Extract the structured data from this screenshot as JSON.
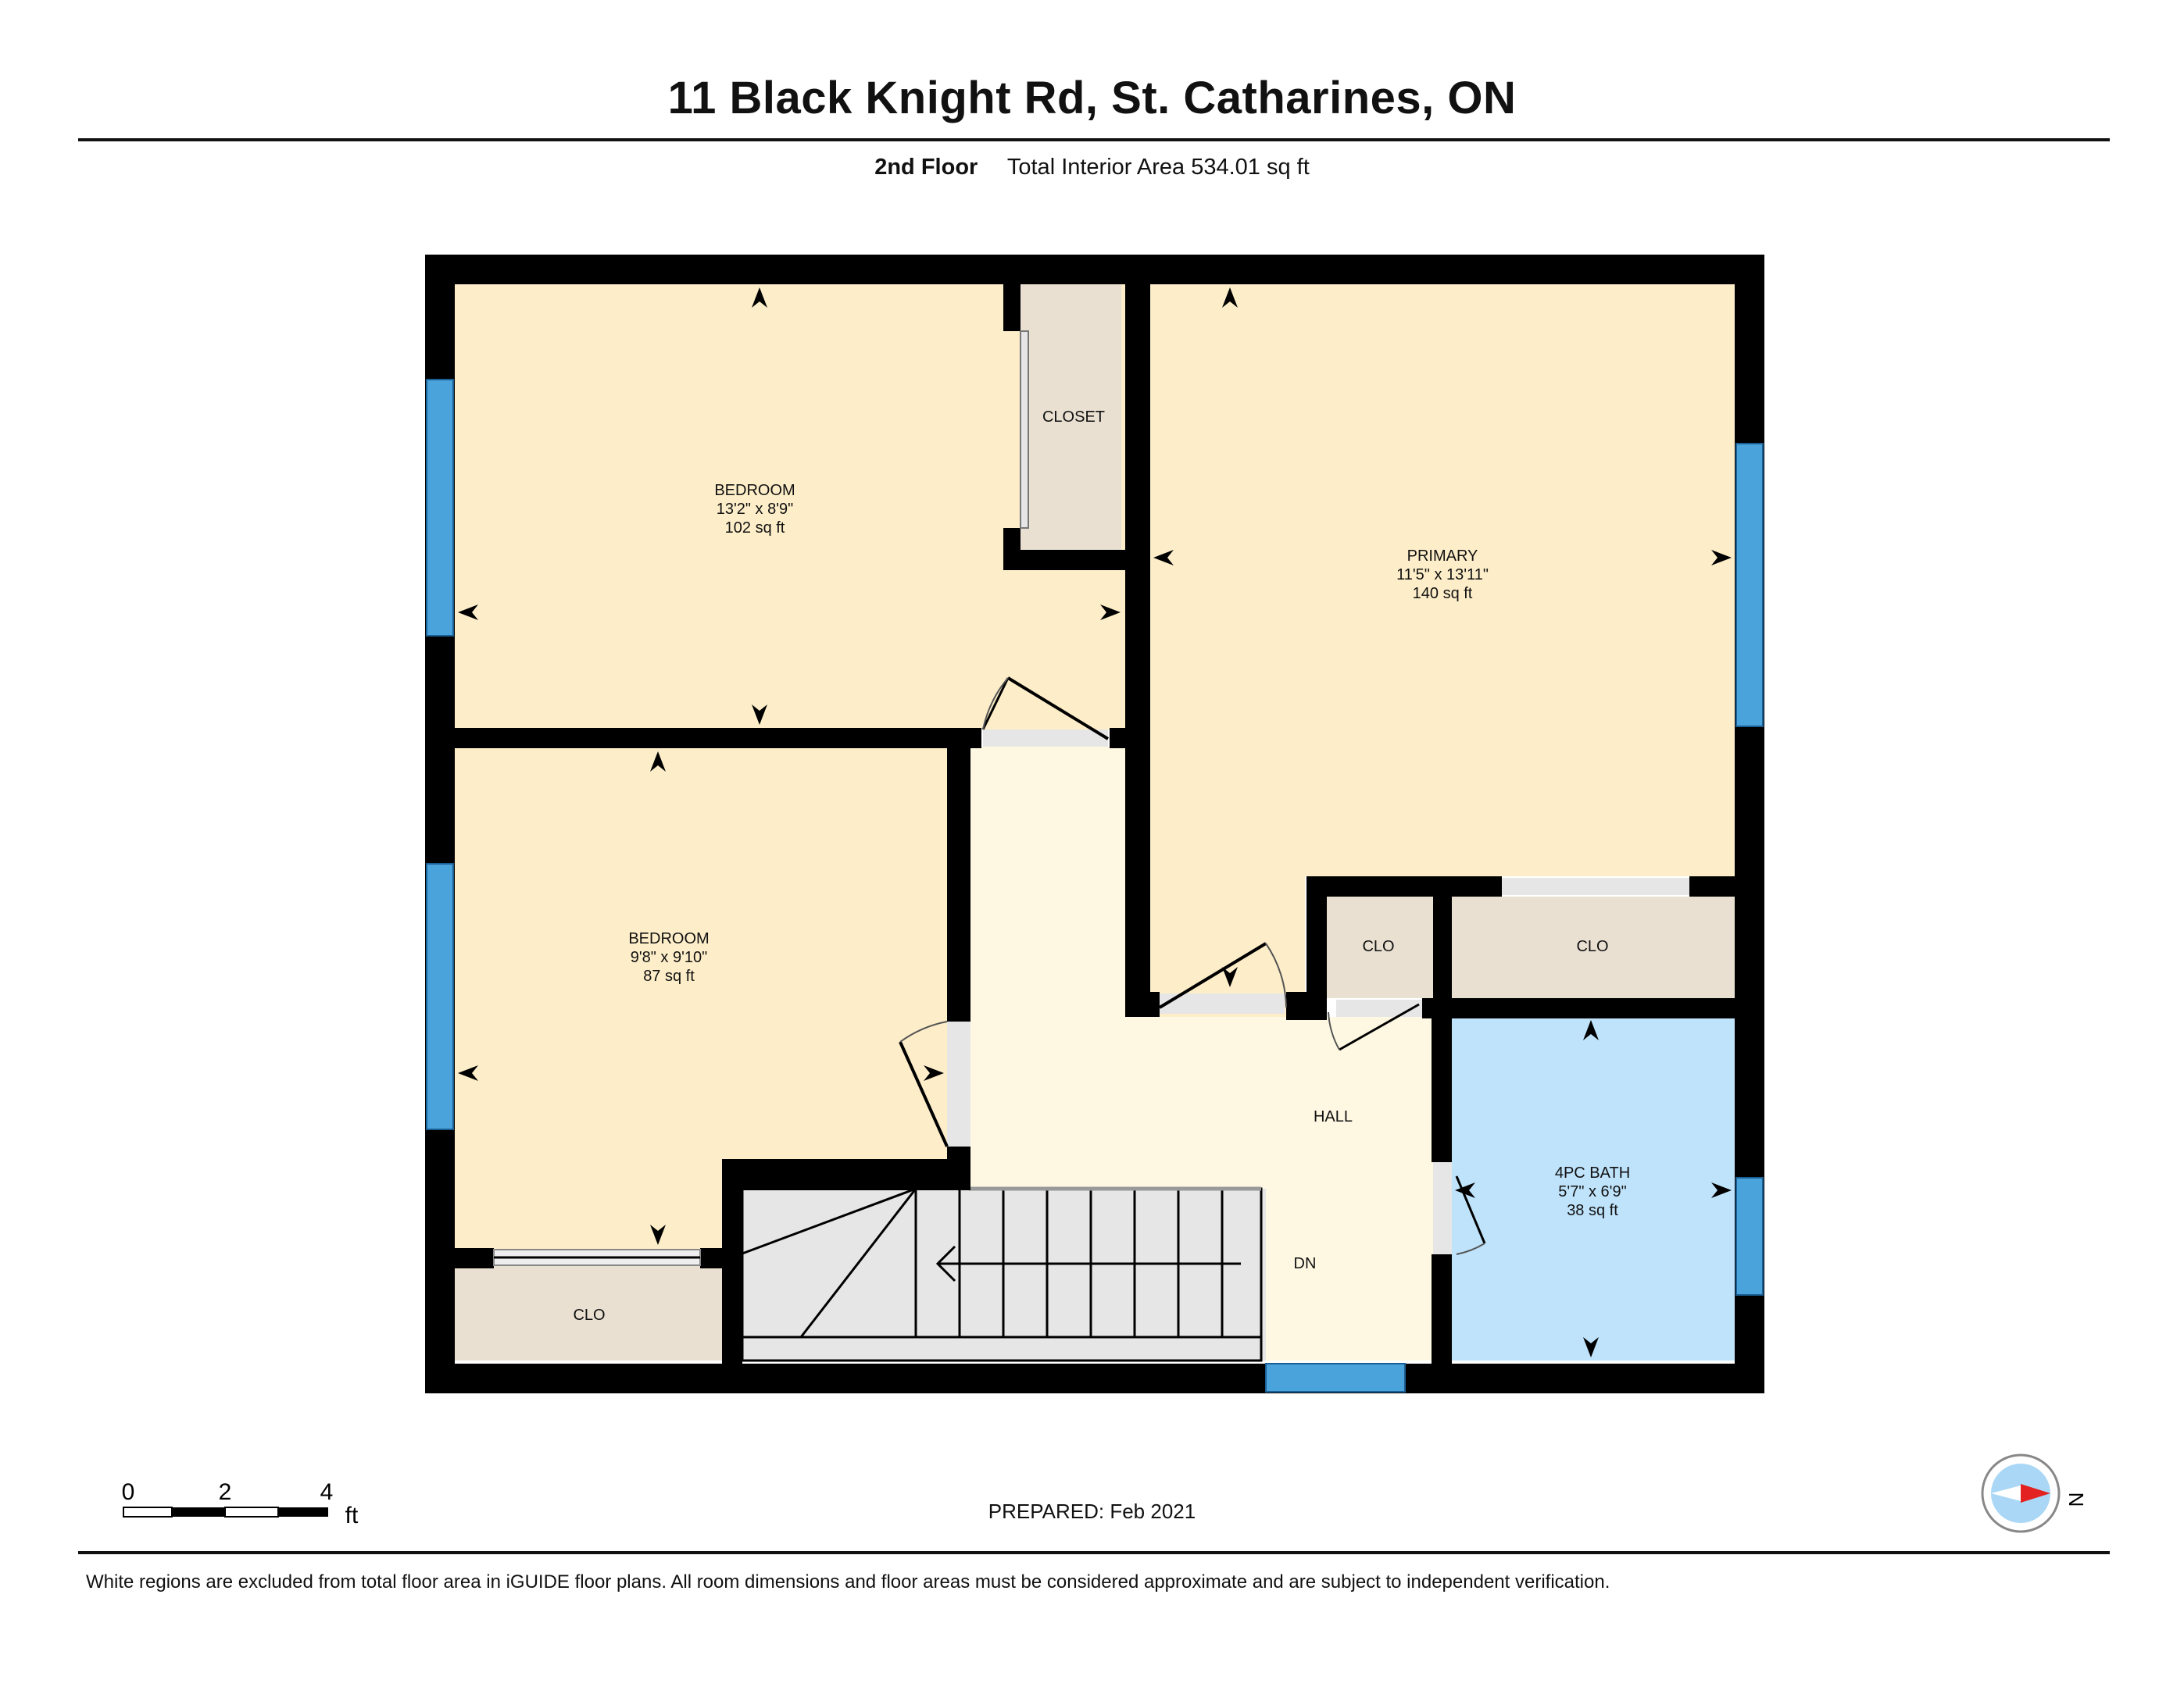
{
  "header": {
    "title": "11 Black Knight Rd, St. Catharines, ON",
    "floor_label": "2nd Floor",
    "area_label": "Total Interior Area 534.01 sq ft"
  },
  "rooms": {
    "bedroom1": {
      "name": "BEDROOM",
      "dims": "13'2\" x 8'9\"",
      "area": "102 sq ft"
    },
    "closet_main": {
      "name": "CLOSET"
    },
    "primary": {
      "name": "PRIMARY",
      "dims": "11'5\" x 13'11\"",
      "area": "140 sq ft"
    },
    "bedroom2": {
      "name": "BEDROOM",
      "dims": "9'8\" x 9'10\"",
      "area": "87 sq ft"
    },
    "clo_small": {
      "name": "CLO"
    },
    "clo_wide": {
      "name": "CLO"
    },
    "clo_bottom": {
      "name": "CLO"
    },
    "hall": {
      "name": "HALL"
    },
    "stairs": {
      "name": "DN"
    },
    "bath": {
      "name": "4PC BATH",
      "dims": "5'7\" x 6'9\"",
      "area": "38 sq ft"
    }
  },
  "scale_bar": {
    "ticks": [
      "0",
      "2",
      "4"
    ],
    "unit": "ft"
  },
  "compass": {
    "label": "N"
  },
  "footer": {
    "prepared": "PREPARED: Feb 2021",
    "disclaimer": "White regions are excluded from total floor area in iGUIDE floor plans. All room dimensions and floor areas must be considered approximate and are subject to independent verification."
  },
  "colors": {
    "bedroom": "#fdeec9",
    "hall": "#fef8e2",
    "closet": "#e9e0d2",
    "bath": "#bfe3fb",
    "wall": "#000000",
    "window": "#4ba3dc",
    "stairs": "#e6e6e6"
  }
}
